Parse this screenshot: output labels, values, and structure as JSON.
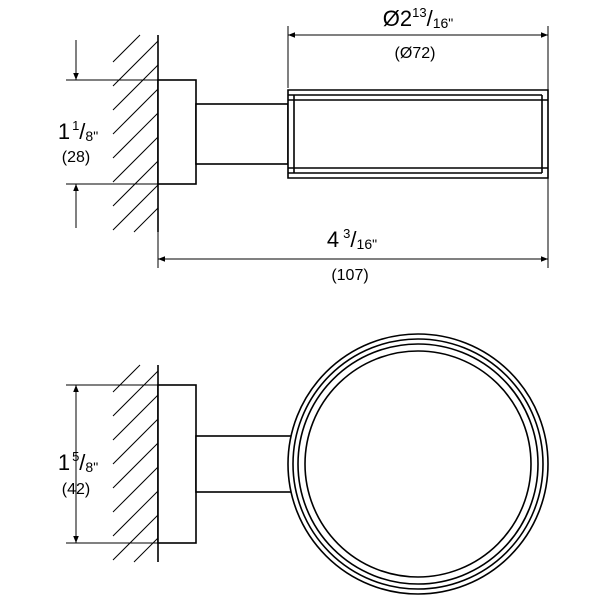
{
  "top_view": {
    "diameter": {
      "symbol": "Ø2",
      "num": "13",
      "den": "16\"",
      "metric": "(Ø72)"
    },
    "height": {
      "whole": "1",
      "num": "1",
      "den": "8\"",
      "metric": "(28)"
    },
    "length": {
      "whole": "4",
      "num": "3",
      "den": "16\"",
      "metric": "(107)"
    }
  },
  "bottom_view": {
    "height": {
      "whole": "1",
      "num": "5",
      "den": "8\"",
      "metric": "(42)"
    }
  }
}
